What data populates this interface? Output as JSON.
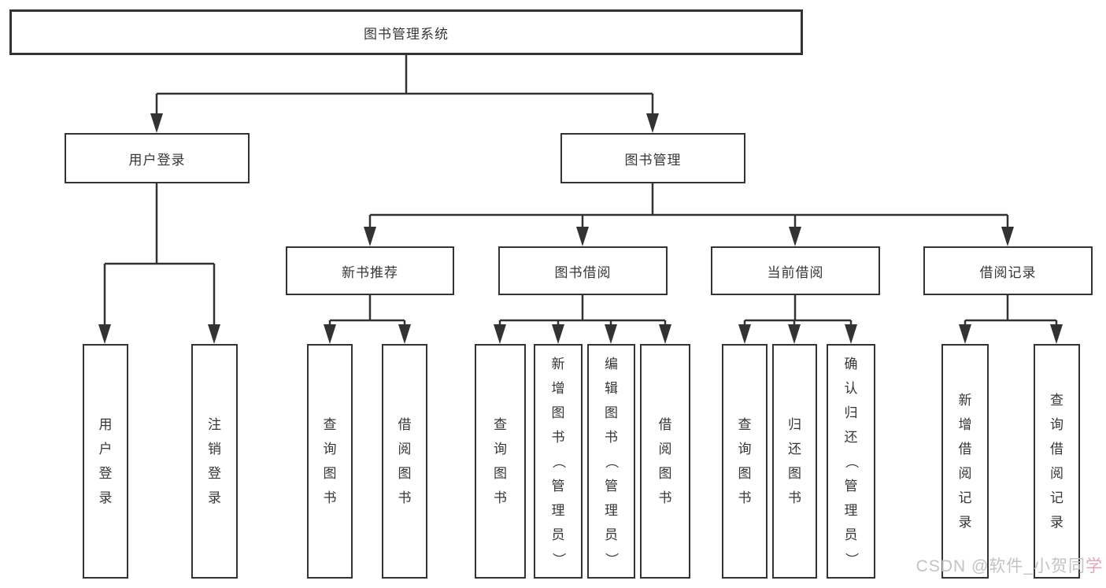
{
  "tree": {
    "label": "图书管理系统",
    "children": [
      {
        "label": "用户登录",
        "children": [
          {
            "label": "用户登录"
          },
          {
            "label": "注销登录"
          }
        ]
      },
      {
        "label": "图书管理",
        "children": [
          {
            "label": "新书推荐",
            "children": [
              {
                "label": "查询图书"
              },
              {
                "label": "借阅图书"
              }
            ]
          },
          {
            "label": "图书借阅",
            "children": [
              {
                "label": "查询图书"
              },
              {
                "label": "新增图书（管理员）"
              },
              {
                "label": "编辑图书（管理员）"
              },
              {
                "label": "借阅图书"
              }
            ]
          },
          {
            "label": "当前借阅",
            "children": [
              {
                "label": "查询图书"
              },
              {
                "label": "归还图书"
              },
              {
                "label": "确认归还（管理员）"
              }
            ]
          },
          {
            "label": "借阅记录",
            "children": [
              {
                "label": "新增借阅记录"
              },
              {
                "label": "查询借阅记录"
              }
            ]
          }
        ]
      }
    ]
  },
  "watermark": {
    "text": "CSDN @软件_小贺同",
    "accent": "学",
    "color": "#c3c3c7",
    "accent_color": "#e2a4b6"
  },
  "style": {
    "line_color": "#333333",
    "background": "#ffffff"
  }
}
